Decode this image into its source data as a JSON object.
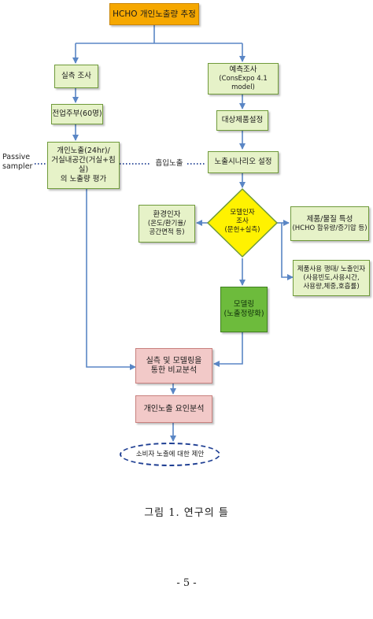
{
  "nodes": {
    "top": "HCHO 개인노출량 추정",
    "survey": "실측 조사",
    "model_survey": [
      "예측조사",
      "(ConsExpo 4.1 model)"
    ],
    "participants": "전업주부(60명)",
    "product_setting": "대상제품설정",
    "personal_exposure": [
      "개인노출(24hr)/",
      "거실내공간(거실+침실)",
      "의 노출량 평가"
    ],
    "scenario": "노출시나리오 설정",
    "env_factors": [
      "환경인자",
      "(온도/환기율/",
      "공간면적 등)"
    ],
    "model_factors": [
      "모델인자",
      "조사",
      "(문헌+실측)"
    ],
    "product_props": [
      "제품/물질 특성",
      "(HCHO 함유량/증기압 등)"
    ],
    "usage_factors": [
      "제품사용 행태/ 노출인자",
      "(사용빈도,사용시간,",
      "사용량,체중,호흡률)"
    ],
    "modeling": [
      "모델링",
      "(노출정량화)"
    ],
    "comparison": [
      "실측 및 모델링을",
      "통한 비교분석"
    ],
    "factor_analysis": "개인노출 요인분석",
    "proposal": "소비자 노출에 대한 제안"
  },
  "labels": {
    "passive": [
      "Passive",
      "sampler"
    ],
    "inhalation": "흡입노출"
  },
  "caption": "그림 1. 연구의 틀",
  "page_number": "- 5 -",
  "colors": {
    "orange": "#f6a800",
    "light_green": "#e6f2c8",
    "dark_green": "#6dbb3c",
    "pink": "#f2c9c8",
    "diamond": "#fff200",
    "arrow": "#5a86c5",
    "dashed": "#1f3f93"
  }
}
